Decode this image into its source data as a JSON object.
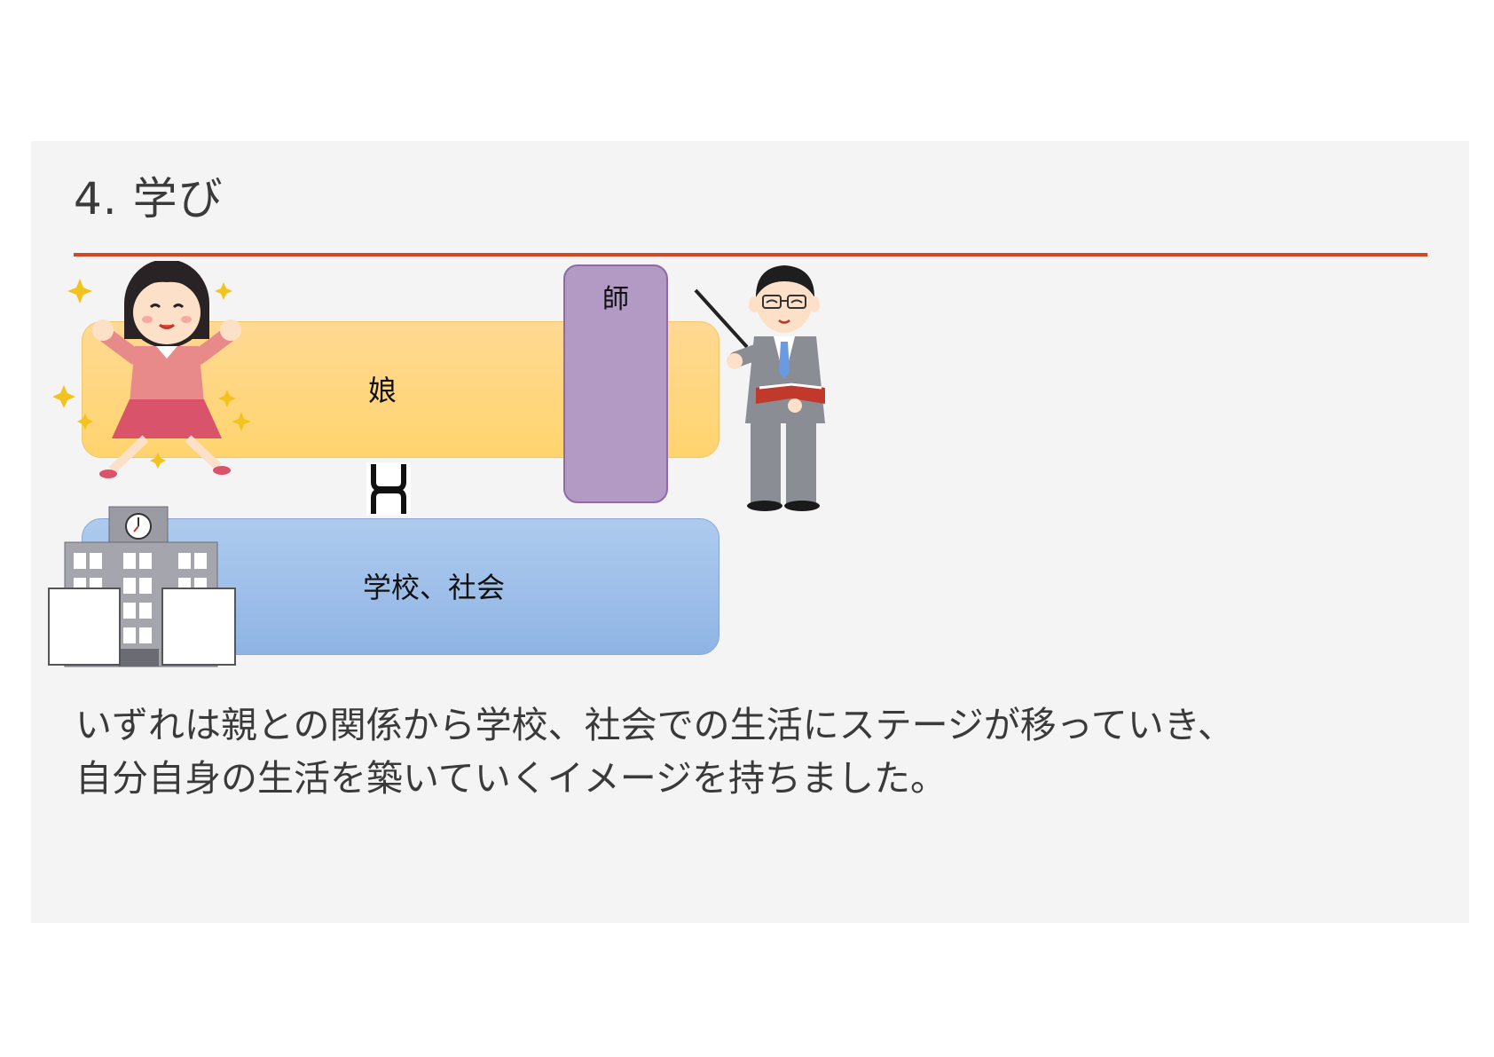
{
  "slide": {
    "title": "4. 学び",
    "boxes": {
      "daughter": "娘",
      "teacher": "師",
      "school": "学校、社会"
    },
    "body_lines": [
      "いずれは親との関係から学校、社会での生活にステージが移っていき、",
      "自分自身の生活を築いていくイメージを持ちました。"
    ],
    "colors": {
      "accent_rule": "#d24726",
      "daughter_box": "#ffd46e",
      "teacher_box": "#b29ac5",
      "school_box": "#8fb4e4"
    },
    "icons": [
      "girl-illustration",
      "teacher-illustration",
      "school-building-illustration",
      "arrow-icon"
    ]
  }
}
